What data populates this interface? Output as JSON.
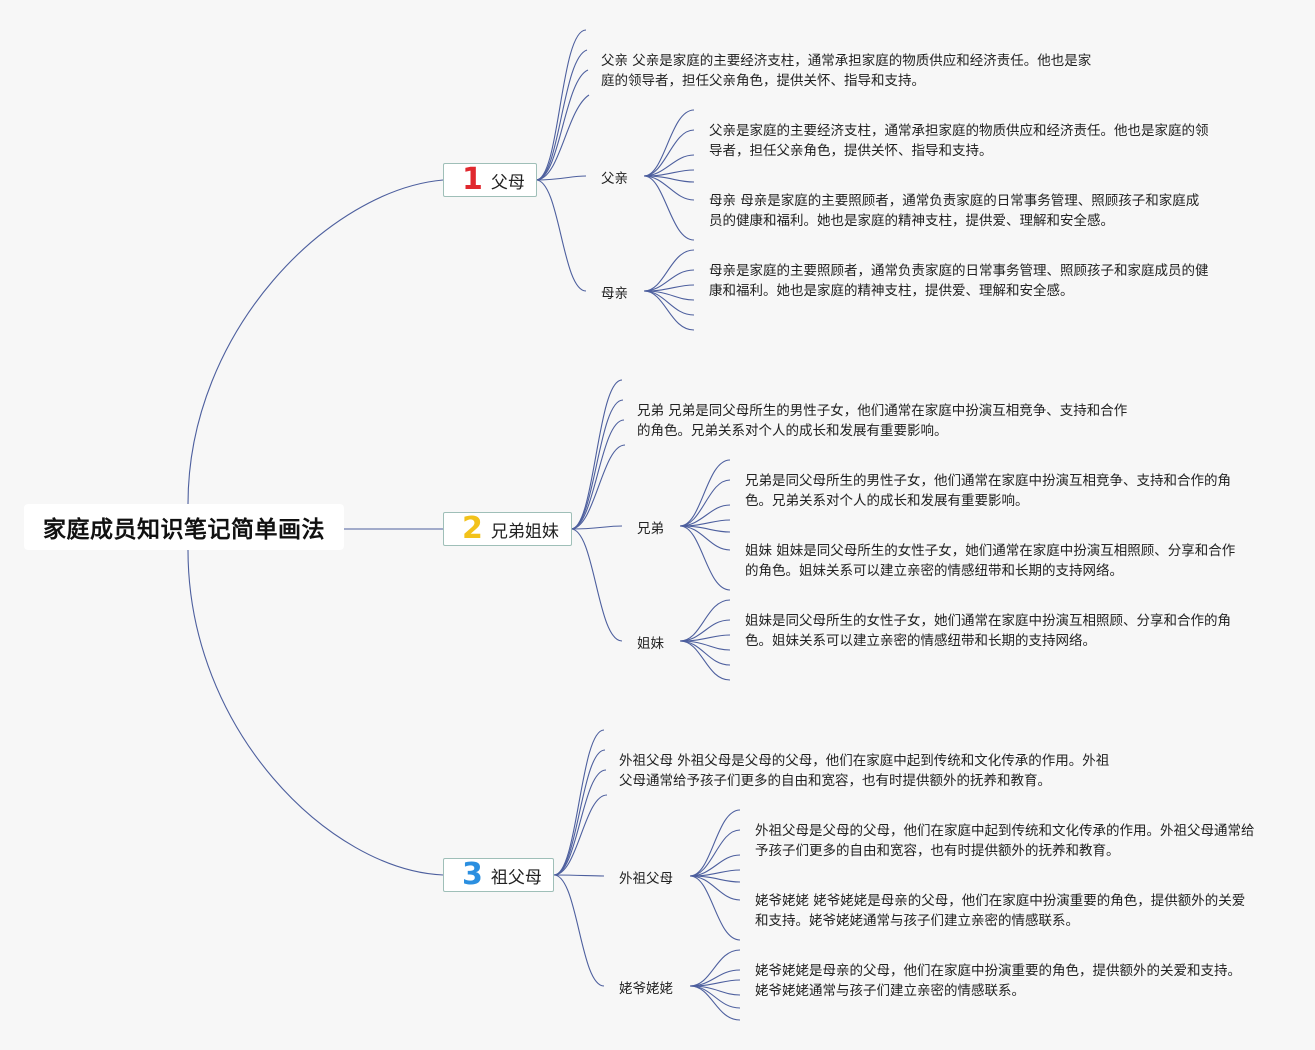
{
  "root": {
    "title": "家庭成员知识笔记简单画法"
  },
  "branches": [
    {
      "number": "1",
      "label": "父母",
      "summary": "父亲 父亲是家庭的主要经济支柱，通常承担家庭的物质供应和经济责任。他也是家庭的领导者，担任父亲角色，提供关怀、指导和支持。",
      "children": [
        {
          "label": "父亲",
          "notes": [
            "父亲是家庭的主要经济支柱，通常承担家庭的物质供应和经济责任。他也是家庭的领导者，担任父亲角色，提供关怀、指导和支持。",
            "母亲 母亲是家庭的主要照顾者，通常负责家庭的日常事务管理、照顾孩子和家庭成员的健康和福利。她也是家庭的精神支柱，提供爱、理解和安全感。"
          ]
        },
        {
          "label": "母亲",
          "notes": [
            "母亲是家庭的主要照顾者，通常负责家庭的日常事务管理、照顾孩子和家庭成员的健康和福利。她也是家庭的精神支柱，提供爱、理解和安全感。"
          ]
        }
      ]
    },
    {
      "number": "2",
      "label": "兄弟姐妹",
      "summary": "兄弟 兄弟是同父母所生的男性子女，他们通常在家庭中扮演互相竞争、支持和合作的角色。兄弟关系对个人的成长和发展有重要影响。",
      "children": [
        {
          "label": "兄弟",
          "notes": [
            "兄弟是同父母所生的男性子女，他们通常在家庭中扮演互相竞争、支持和合作的角色。兄弟关系对个人的成长和发展有重要影响。",
            "姐妹 姐妹是同父母所生的女性子女，她们通常在家庭中扮演互相照顾、分享和合作的角色。姐妹关系可以建立亲密的情感纽带和长期的支持网络。"
          ]
        },
        {
          "label": "姐妹",
          "notes": [
            "姐妹是同父母所生的女性子女，她们通常在家庭中扮演互相照顾、分享和合作的角色。姐妹关系可以建立亲密的情感纽带和长期的支持网络。"
          ]
        }
      ]
    },
    {
      "number": "3",
      "label": "祖父母",
      "summary": "外祖父母 外祖父母是父母的父母，他们在家庭中起到传统和文化传承的作用。外祖父母通常给予孩子们更多的自由和宽容，也有时提供额外的抚养和教育。",
      "children": [
        {
          "label": "外祖父母",
          "notes": [
            "外祖父母是父母的父母，他们在家庭中起到传统和文化传承的作用。外祖父母通常给予孩子们更多的自由和宽容，也有时提供额外的抚养和教育。",
            "姥爷姥姥 姥爷姥姥是母亲的父母，他们在家庭中扮演重要的角色，提供额外的关爱和支持。姥爷姥姥通常与孩子们建立亲密的情感联系。"
          ]
        },
        {
          "label": "姥爷姥姥",
          "notes": [
            "姥爷姥姥是母亲的父母，他们在家庭中扮演重要的角色，提供额外的关爱和支持。姥爷姥姥通常与孩子们建立亲密的情感联系。"
          ]
        }
      ]
    }
  ]
}
